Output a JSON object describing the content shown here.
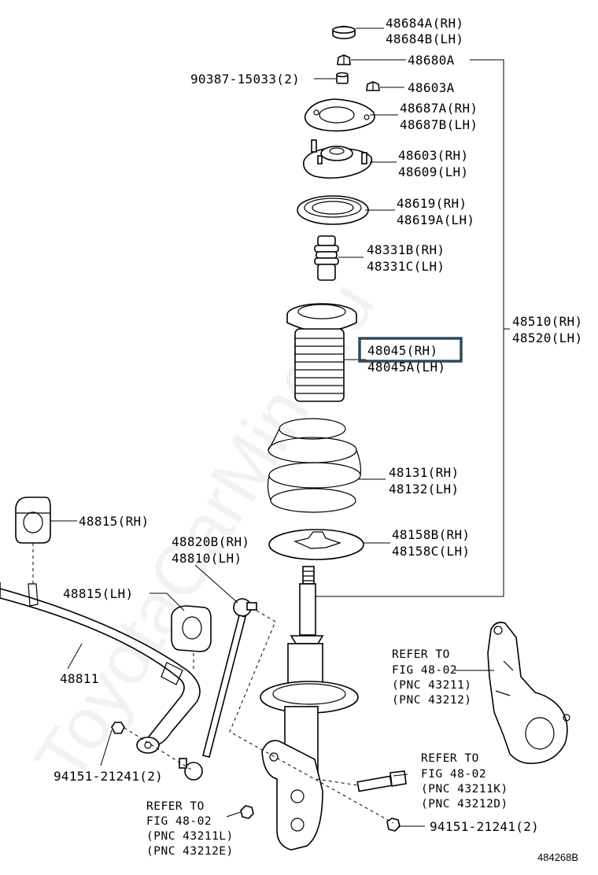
{
  "watermark": "ToyotaCarMine.ru",
  "figure_id": "484268B",
  "labels": {
    "p48684_rh": "48684A(RH)",
    "p48684_lh": "48684B(LH)",
    "p48680": "48680A",
    "p90387": "90387-15033(2)",
    "p48603a": "48603A",
    "p48687_rh": "48687A(RH)",
    "p48687_lh": "48687B(LH)",
    "p48603_rh": "48603(RH)",
    "p48609_lh": "48609(LH)",
    "p48619_rh": "48619(RH)",
    "p48619_lh": "48619A(LH)",
    "p48331_rh": "48331B(RH)",
    "p48331_lh": "48331C(LH)",
    "p48045_rh": "48045(RH)",
    "p48045_lh": "48045A(LH)",
    "p48510_rh": "48510(RH)",
    "p48520_lh": "48520(LH)",
    "p48131_rh": "48131(RH)",
    "p48132_lh": "48132(LH)",
    "p48815_rh": "48815(RH)",
    "p48820_rh": "48820B(RH)",
    "p48810_lh": "48810(LH)",
    "p48158_rh": "48158B(RH)",
    "p48158_lh": "48158C(LH)",
    "p48815_lh": "48815(LH)",
    "p48811": "48811",
    "p94151_left": "94151-21241(2)",
    "p94151_right": "94151-21241(2)"
  },
  "refers": {
    "r1": {
      "line1": "REFER TO",
      "line2": "FIG 48-02",
      "line3": "(PNC 43211)",
      "line4": "(PNC 43212)"
    },
    "r2": {
      "line1": "REFER TO",
      "line2": "FIG 48-02",
      "line3": "(PNC 43211K)",
      "line4": "(PNC 43212D)"
    },
    "r3": {
      "line1": "REFER TO",
      "line2": "FIG 48-02",
      "line3": "(PNC 43211L)",
      "line4": "(PNC 43212E)"
    }
  },
  "highlight_color": "#2f4a5c"
}
